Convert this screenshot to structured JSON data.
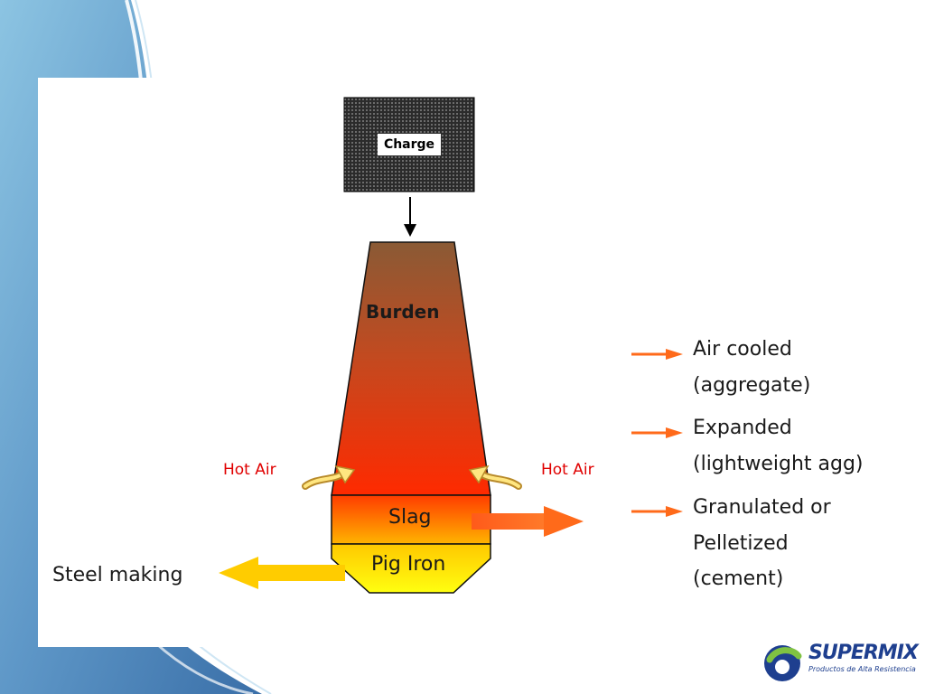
{
  "charge_label": "Charge",
  "burden_label": "Burden",
  "slag_label": "Slag",
  "pig_iron_label": "Pig Iron",
  "hot_air_left": "Hot Air",
  "hot_air_right": "Hot Air",
  "steel_making_label": "Steel making",
  "outputs": [
    {
      "line1": "Air cooled",
      "line2": "(aggregate)"
    },
    {
      "line1": "Expanded",
      "line2": "(lightweight agg)"
    },
    {
      "line1": "Granulated or",
      "line2": "Pelletized",
      "line3": "(cement)"
    }
  ],
  "logo": {
    "name": "SUPERMIX",
    "tagline": "Productos de Alta Resistencia"
  },
  "colors": {
    "burden_top": "#8a5a35",
    "burden_bottom": "#ff2a00",
    "slag_top": "#ff3c00",
    "slag_bottom": "#ffb400",
    "pig_iron_top": "#ffd000",
    "pig_iron_bottom": "#ffff00",
    "hot_air": "#e00000",
    "arrow_orange": "#ff6a1a",
    "arrow_yellow": "#ffcc00",
    "logo_blue": "#1e3f8f",
    "bg_blue": "#7fb7d9"
  }
}
